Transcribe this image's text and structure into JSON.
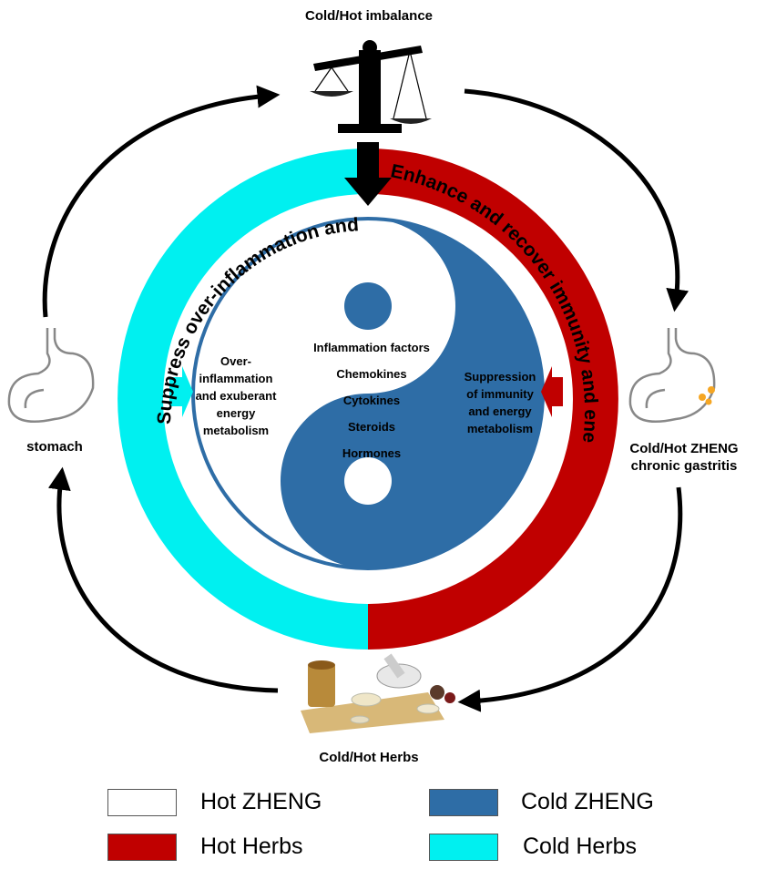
{
  "top_label": "Cold/Hot imbalance",
  "stomach_label": "stomach",
  "gastritis_label": [
    "Cold/Hot ZHENG",
    "chronic gastritis"
  ],
  "herbs_label": "Cold/Hot Herbs",
  "ring_left_text": "Suppress over-inflammation and over-energy metabolism",
  "ring_right_text": "Enhance and recover immunity and energy metabolism",
  "white_side_text": [
    "Over-",
    "inflammation",
    "and exuberant",
    "energy",
    "metabolism"
  ],
  "blue_side_text": [
    "Suppression",
    "of immunity",
    "and energy",
    "metabolism"
  ],
  "center_list": [
    "Inflammation factors",
    "Chemokines",
    "Cytokines",
    "Steroids",
    "Hormones"
  ],
  "legend": [
    {
      "label": "Hot ZHENG",
      "color": "#ffffff"
    },
    {
      "label": "Cold ZHENG",
      "color": "#2e6da6"
    },
    {
      "label": "Hot Herbs",
      "color": "#c00000"
    },
    {
      "label": "Cold Herbs",
      "color": "#00f0f0"
    }
  ],
  "colors": {
    "cold_zheng": "#2e6da6",
    "hot_herbs": "#c00000",
    "cold_herbs": "#00f0f0",
    "pill": "#f5a623"
  }
}
